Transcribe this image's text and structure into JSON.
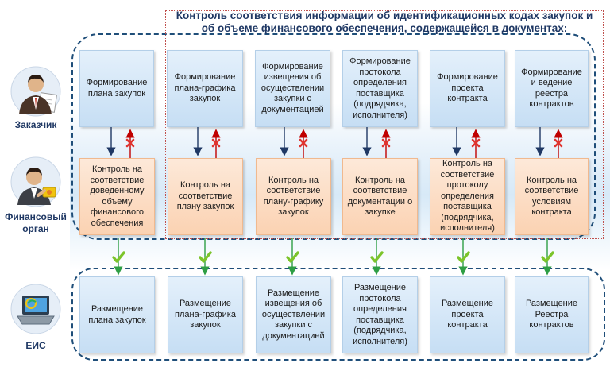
{
  "title": "Контроль соответствия информации об идентификационных кодах закупок и об объеме финансового обеспечения, содержащейся в документах:",
  "actors": {
    "customer": "Заказчик",
    "finance": "Финансовый орган",
    "eis": "ЕИС"
  },
  "icons": {
    "customer": "businessman-icon",
    "finance": "finance-officer-icon",
    "eis": "laptop-icon",
    "arrow_down": "arrow-down-icon",
    "arrow_up_blocked": "blocked-arrow-icon",
    "check": "checkmark-icon"
  },
  "colors": {
    "customer_box": "#c6def4",
    "control_box": "#fbd2b2",
    "frame": "#1f4e79",
    "down_arrow": "#1f3864",
    "up_arrow": "#c00000",
    "check": "#7cc42a",
    "eis_arrow": "#2e9e44"
  },
  "columns": [
    {
      "form": "Формирование плана закупок",
      "control": "Контроль на соответствие доведенному объему финансового обеспечения",
      "eis": "Размещение плана закупок"
    },
    {
      "form": "Формирование плана-графика закупок",
      "control": "Контроль на соответствие плану закупок",
      "eis": "Размещение плана-графика закупок"
    },
    {
      "form": "Формирование извещения об осуществлении закупки с документацией",
      "control": "Контроль на соответствие плану-графику закупок",
      "eis": "Размещение извещения об осуществлении закупки с документацией"
    },
    {
      "form": "Формирование протокола определения поставщика (подрядчика, исполнителя)",
      "control": "Контроль на соответствие документации о закупке",
      "eis": "Размещение протокола определения поставщика (подрядчика, исполнителя)"
    },
    {
      "form": "Формирование проекта контракта",
      "control": "Контроль на соответствие протоколу определения поставщика (подрядчика, исполнителя)",
      "eis": "Размещение проекта контракта"
    },
    {
      "form": "Формирование и ведение реестра контрактов",
      "control": "Контроль на соответствие условиям контракта",
      "eis": "Размещение Реестра контрактов"
    }
  ]
}
